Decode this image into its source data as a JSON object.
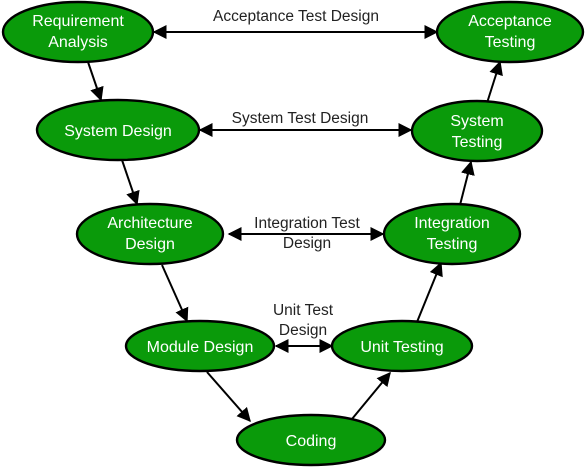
{
  "colors": {
    "node_fill": "#0a9a0a",
    "node_stroke": "#000000",
    "node_text": "#ffffff",
    "edge": "#000000",
    "label_text": "#222222"
  },
  "nodes": {
    "requirement_analysis": {
      "lines": [
        "Requirement",
        "Analysis"
      ]
    },
    "acceptance_testing": {
      "lines": [
        "Acceptance",
        "Testing"
      ]
    },
    "system_design": {
      "lines": [
        "System Design"
      ]
    },
    "system_testing": {
      "lines": [
        "System",
        "Testing"
      ]
    },
    "architecture_design": {
      "lines": [
        "Architecture",
        "Design"
      ]
    },
    "integration_testing": {
      "lines": [
        "Integration",
        "Testing"
      ]
    },
    "module_design": {
      "lines": [
        "Module Design"
      ]
    },
    "unit_testing": {
      "lines": [
        "Unit Testing"
      ]
    },
    "coding": {
      "lines": [
        "Coding"
      ]
    }
  },
  "edge_labels": {
    "acceptance_test_design": {
      "lines": [
        "Acceptance Test Design"
      ]
    },
    "system_test_design": {
      "lines": [
        "System Test Design"
      ]
    },
    "integration_test_design": {
      "lines": [
        "Integration Test",
        "Design"
      ]
    },
    "unit_test_design": {
      "lines": [
        "Unit Test",
        "Design"
      ]
    }
  }
}
